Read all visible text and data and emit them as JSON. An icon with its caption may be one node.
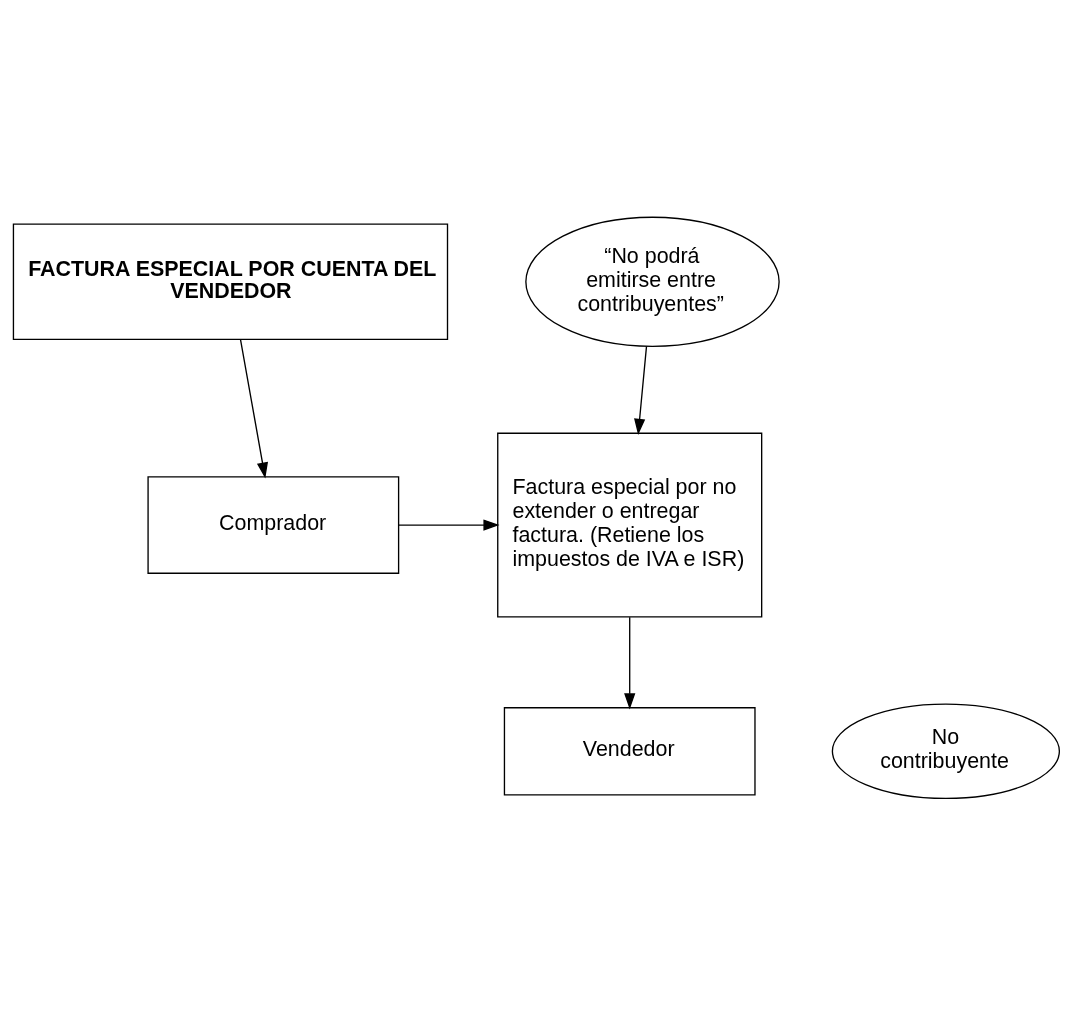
{
  "diagram": {
    "nodes": [
      {
        "text": [
          "FACTURA ESPECIAL POR CUENTA DEL VENDEDOR"
        ]
      },
      {
        "text": [
          "“No podrá emitirse entre contribuyentes”"
        ]
      },
      {
        "text": [
          "Comprador"
        ]
      },
      {
        "text": [
          "Factura especial por no extender o entregar factura. (Retiene los impuestos de IVA e ISR)"
        ]
      },
      {
        "text": [
          "No contribuyente"
        ]
      },
      {
        "text": [
          "Vendedor"
        ]
      }
    ],
    "edges": [
      {
        "from": 0,
        "to": 2,
        "arrow": "to"
      },
      {
        "from": 1,
        "to": 3,
        "arrow": "to"
      },
      {
        "from": 2,
        "to": 3,
        "arrow": "to"
      },
      {
        "from": 3,
        "to": 5,
        "arrow": "to"
      }
    ]
  }
}
